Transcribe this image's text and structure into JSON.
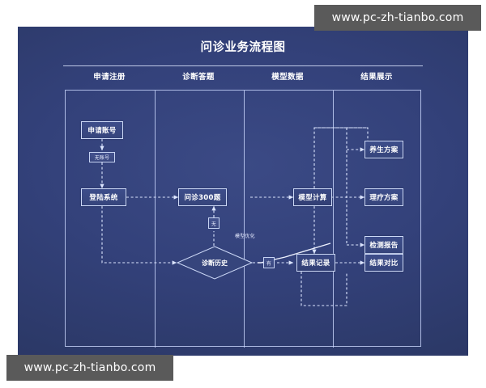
{
  "watermark": {
    "top_text": "www.pc-zh-tianbo.com",
    "bottom_text": "www.pc-zh-tianbo.com"
  },
  "poster": {
    "title": "问诊业务流程图",
    "background_color": "#33417a",
    "border_color": "#cdd9f7",
    "node_fill": "#3d4d8a"
  },
  "columns": [
    {
      "id": "col-apply",
      "header": "申请注册"
    },
    {
      "id": "col-diag",
      "header": "诊断答题"
    },
    {
      "id": "col-model",
      "header": "模型数据"
    },
    {
      "id": "col-result",
      "header": "结果展示"
    }
  ],
  "nodes": {
    "apply_account": "申请账号",
    "login_system": "登陆系统",
    "quiz_300": "问诊300题",
    "diagnosis_history": "诊断历史",
    "model_compute": "模型计算",
    "result_record": "结果记录",
    "health_plan": "养生方案",
    "therapy_plan": "理疗方案",
    "test_report": "检测报告",
    "result_compare": "结果对比"
  },
  "edge_labels": {
    "no_account": "无账号",
    "none": "无",
    "has": "有",
    "model_optimize": "模型优化"
  },
  "chart_data": {
    "type": "diagram",
    "title": "问诊业务流程图",
    "lanes": [
      "申请注册",
      "诊断答题",
      "模型数据",
      "结果展示"
    ],
    "nodes": [
      {
        "id": "apply_account",
        "label": "申请账号",
        "lane": "申请注册",
        "shape": "rect"
      },
      {
        "id": "login_system",
        "label": "登陆系统",
        "lane": "申请注册",
        "shape": "rect"
      },
      {
        "id": "quiz_300",
        "label": "问诊300题",
        "lane": "诊断答题",
        "shape": "rect"
      },
      {
        "id": "diagnosis_history",
        "label": "诊断历史",
        "lane": "诊断答题",
        "shape": "diamond"
      },
      {
        "id": "model_compute",
        "label": "模型计算",
        "lane": "模型数据",
        "shape": "rect"
      },
      {
        "id": "result_record",
        "label": "结果记录",
        "lane": "模型数据",
        "shape": "rect"
      },
      {
        "id": "health_plan",
        "label": "养生方案",
        "lane": "结果展示",
        "shape": "rect"
      },
      {
        "id": "therapy_plan",
        "label": "理疗方案",
        "lane": "结果展示",
        "shape": "rect"
      },
      {
        "id": "test_report",
        "label": "检测报告",
        "lane": "结果展示",
        "shape": "rect"
      },
      {
        "id": "result_compare",
        "label": "结果对比",
        "lane": "结果展示",
        "shape": "rect"
      }
    ],
    "edges": [
      {
        "from": "apply_account",
        "to": "login_system",
        "label": "无账号"
      },
      {
        "from": "login_system",
        "to": "quiz_300",
        "label": ""
      },
      {
        "from": "login_system",
        "to": "diagnosis_history",
        "label": ""
      },
      {
        "from": "diagnosis_history",
        "to": "quiz_300",
        "label": "无"
      },
      {
        "from": "diagnosis_history",
        "to": "result_record",
        "label": "有"
      },
      {
        "from": "quiz_300",
        "to": "model_compute",
        "label": ""
      },
      {
        "from": "model_compute",
        "to": "result_record",
        "label": ""
      },
      {
        "from": "model_compute",
        "to": "health_plan",
        "label": ""
      },
      {
        "from": "model_compute",
        "to": "therapy_plan",
        "label": ""
      },
      {
        "from": "model_compute",
        "to": "test_report",
        "label": ""
      },
      {
        "from": "result_record",
        "to": "result_compare",
        "label": ""
      },
      {
        "from": "result_record",
        "to": "model_compute",
        "label": "模型优化"
      }
    ]
  }
}
